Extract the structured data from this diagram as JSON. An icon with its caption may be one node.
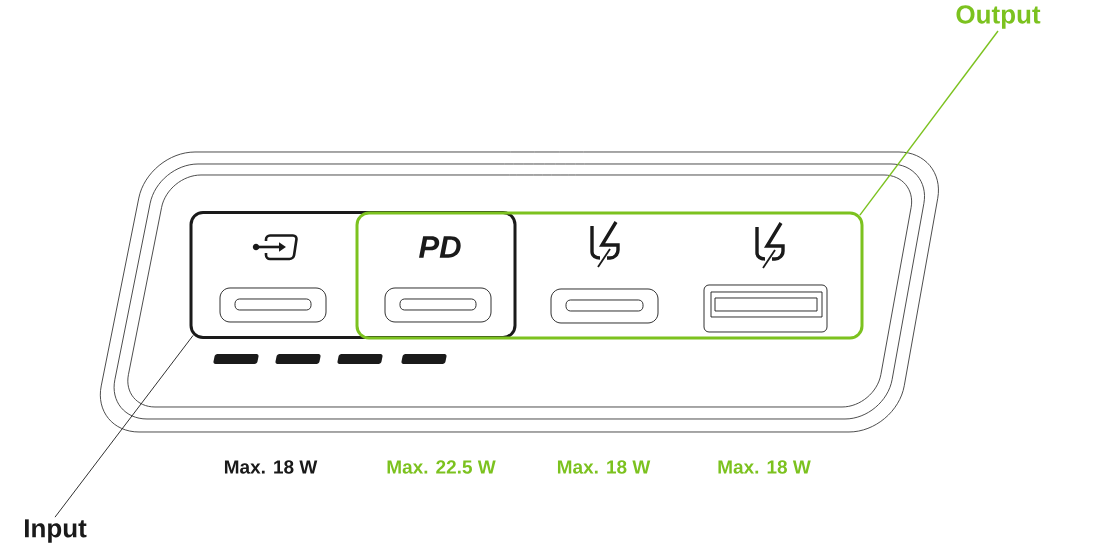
{
  "diagram": {
    "nodes": [
      {
        "text": [
          "Input"
        ]
      },
      {
        "text": [
          "Output"
        ]
      },
      {
        "text": [],
        "shape": "box"
      },
      {
        "text": [],
        "shape": "box"
      }
    ],
    "edges": [
      {
        "from": 0,
        "to": 2,
        "arrow": "none"
      },
      {
        "from": 1,
        "to": 3,
        "arrow": "none",
        "color": "#7cc21f"
      }
    ],
    "labels": [
      "PD",
      "Max. 18 W",
      "Max. 22.5 W",
      "Max. 18 W",
      "Max. 18 W"
    ]
  }
}
